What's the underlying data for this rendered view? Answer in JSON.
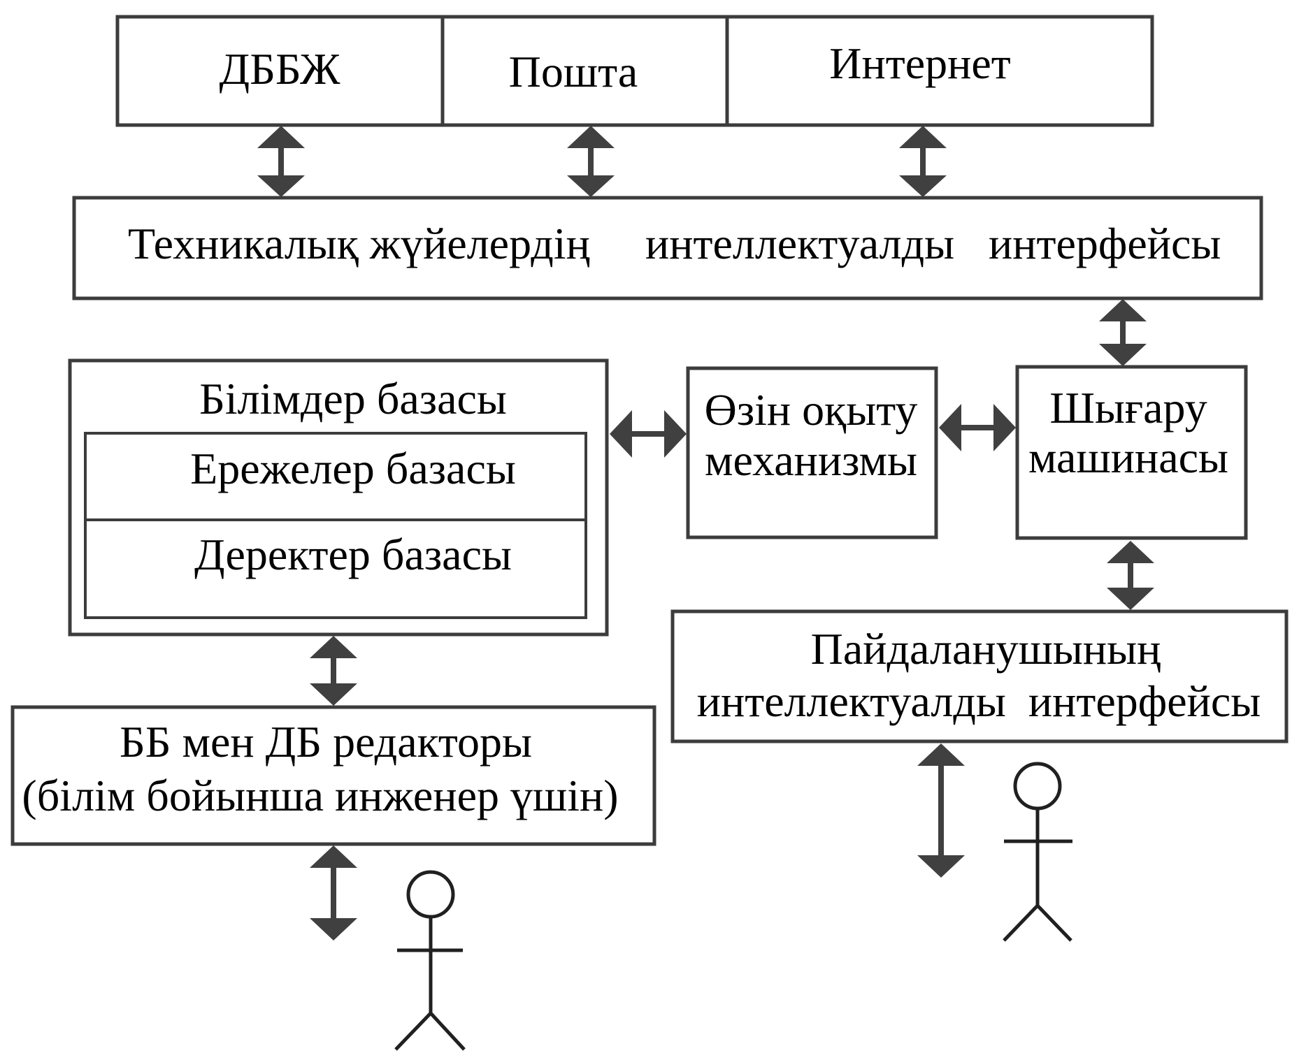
{
  "top_row": {
    "dbms": "ДББЖ",
    "mail": "Пошта",
    "internet": "Интернет"
  },
  "tech_interface": {
    "word1": "Техникалық жүйелердің",
    "word2": "интеллектуалды",
    "word3": "интерфейсы"
  },
  "knowledge_base": {
    "title": "Білімдер базасы",
    "rules": "Ережелер базасы",
    "data": "Деректер базасы"
  },
  "self_learning": {
    "line1": "Өзін оқыту",
    "line2": "механизмы"
  },
  "inference": {
    "line1": "Шығару",
    "line2": "машинасы"
  },
  "user_interface": {
    "line1": "Пайдаланушының",
    "line2": "интеллектуалды  интерфейсы"
  },
  "editor": {
    "line1": "ББ мен ДБ редакторы",
    "line2": "(білім бойынша инженер үшін)"
  }
}
